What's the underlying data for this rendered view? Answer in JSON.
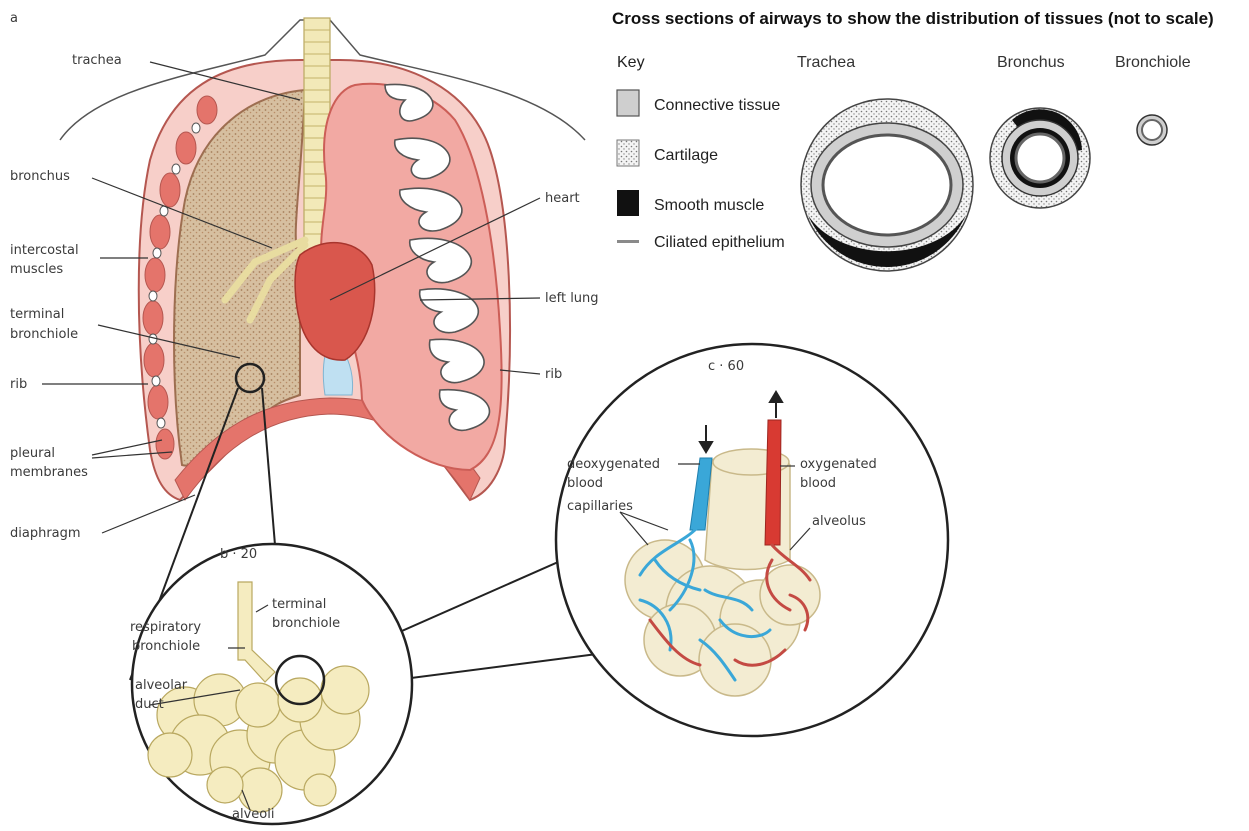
{
  "panel_a": {
    "letter": "a",
    "labels": {
      "trachea": "trachea",
      "bronchus": "bronchus",
      "intercostal_1": "intercostal",
      "intercostal_2": "muscles",
      "terminal_1": "terminal",
      "terminal_2": "bronchiole",
      "rib_left": "rib",
      "pleural_1": "pleural",
      "pleural_2": "membranes",
      "diaphragm": "diaphragm",
      "heart": "heart",
      "left_lung": "left lung",
      "rib_right": "rib"
    }
  },
  "panel_b": {
    "caption": "b ·  20",
    "labels": {
      "terminal_1": "terminal",
      "terminal_2": "bronchiole",
      "respiratory_1": "respiratory",
      "respiratory_2": "bronchiole",
      "alveolar_1": "alveolar",
      "alveolar_2": "duct",
      "alveoli": "alveoli"
    }
  },
  "panel_c": {
    "caption": "c ·  60",
    "labels": {
      "deoxy_1": "deoxygenated",
      "deoxy_2": "blood",
      "capillaries": "capillaries",
      "oxy_1": "oxygenated",
      "oxy_2": "blood",
      "alveolus": "alveolus"
    }
  },
  "cross_sections": {
    "title": "Cross sections of airways to show the distribution of tissues (not to scale)",
    "key_heading": "Key",
    "key": [
      {
        "label": "Connective tissue",
        "swatch": "#cfcfcf"
      },
      {
        "label": "Cartilage",
        "swatch": "dotted"
      },
      {
        "label": "Smooth muscle",
        "swatch": "#111111"
      },
      {
        "label": "Ciliated epithelium",
        "swatch": "#8a8a8a"
      }
    ],
    "columns": {
      "trachea": "Trachea",
      "bronchus": "Bronchus",
      "bronchiole": "Bronchiole"
    }
  },
  "colors": {
    "lung_pink": "#f2a9a3",
    "lung_edge": "#cc5e57",
    "heart_red": "#d9574d",
    "airway_yellow": "#f2e9b8",
    "alveoli_cream": "#f5ecc0",
    "vein_blue": "#3aa7d8",
    "artery_red": "#d83a32",
    "muscle_red": "#e4746b"
  }
}
